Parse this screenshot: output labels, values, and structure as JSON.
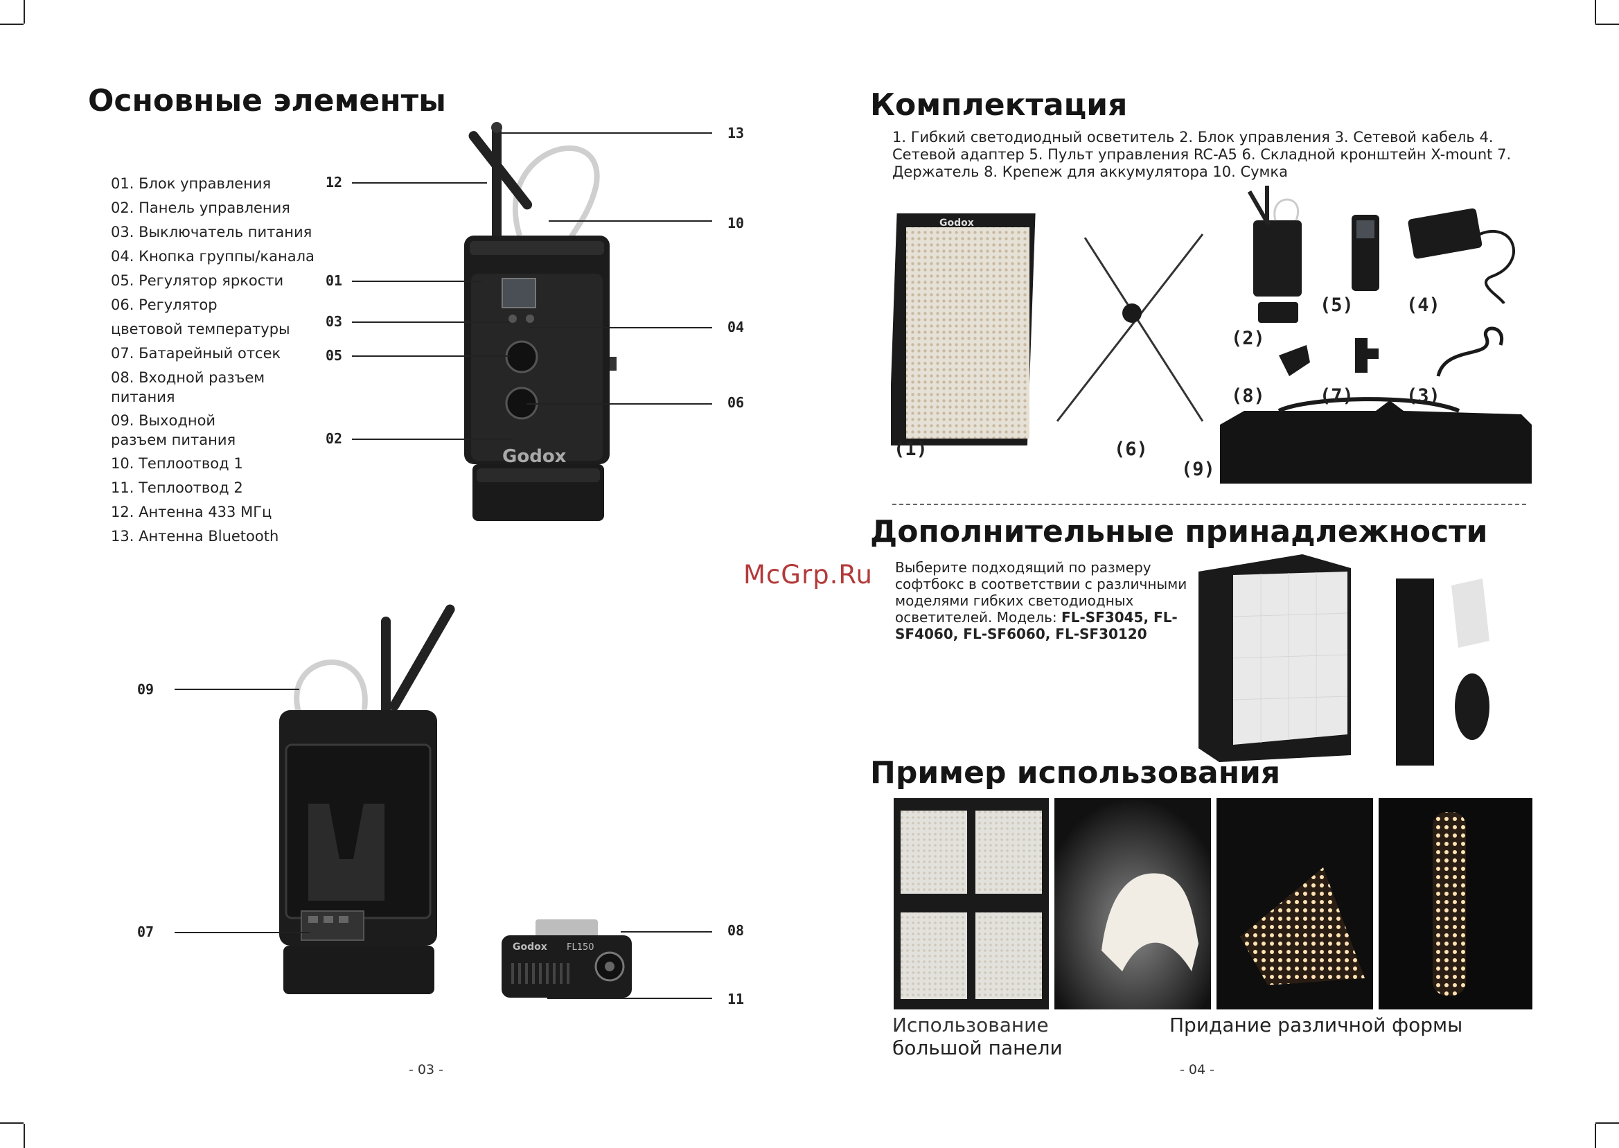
{
  "left_page": {
    "title": "Основные элементы",
    "legend": [
      "01. Блок управления",
      "02. Панель управления",
      "03. Выключатель питания",
      "04. Кнопка группы/канала",
      "05. Регулятор яркости",
      "06. Регулятор цветовой температуры",
      "07. Батарейный отсек",
      "08. Входной разъем питания",
      "09. Выходной разъем питания",
      "10. Теплоотвод 1",
      "11. Теплоотвод 2",
      "12. Антенна 433 МГц",
      "13. Антенна Bluetooth"
    ],
    "callouts_top": [
      "13",
      "12",
      "10",
      "01",
      "03",
      "04",
      "05",
      "06",
      "02"
    ],
    "callouts_bottom": [
      "09",
      "07",
      "08",
      "11"
    ],
    "device_brand": "Godox",
    "device_model": "FL150",
    "page_number": "- 03 -"
  },
  "right_page": {
    "kit_title": "Комплектация",
    "kit_text": "1. Гибкий светодиодный осветитель 2. Блок управления 3. Сетевой кабель 4. Сетевой адаптер 5. Пульт управления RC-A5 6. Складной кронштейн X-mount 7. Держатель 8. Крепеж для аккумулятора 10. Сумка",
    "kit_labels": [
      "(1)",
      "(6)",
      "(9)",
      "(2)",
      "(5)",
      "(4)",
      "(8)",
      "(7)",
      "(3)"
    ],
    "accessories_title": "Дополнительные принадлежности",
    "accessories_text": "Выберите подходящий по размеру софтбокс в соответствии с различными моделями гибких светодиодных осветителей. Модель: ",
    "accessories_models": "FL-SF3045, FL-SF4060, FL-SF6060, FL-SF30120",
    "watermark": "McGrp.Ru",
    "usage_title": "Пример использования",
    "caption_left_1": "Использование",
    "caption_left_2": "большой панели",
    "caption_right": "Придание различной формы",
    "page_number": "- 04 -"
  },
  "colors": {
    "text": "#1a1a1a",
    "device": "#1c1c1c",
    "panel_light": "#e8e4dc",
    "watermark": "#b33a3a"
  }
}
